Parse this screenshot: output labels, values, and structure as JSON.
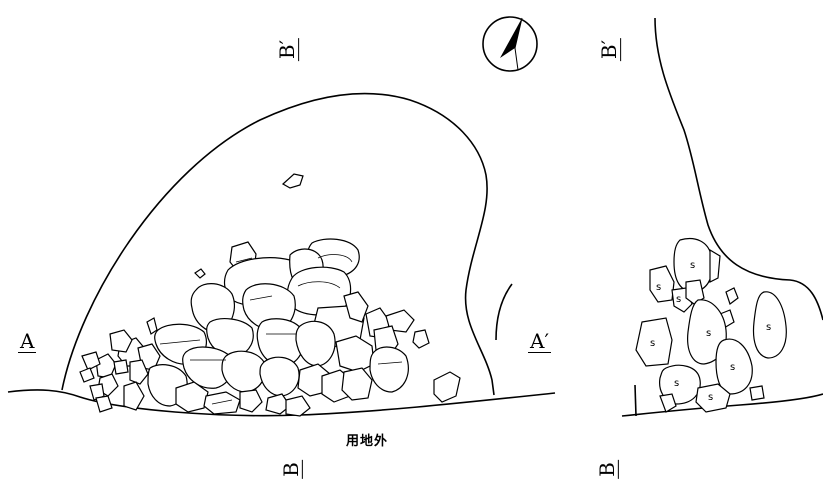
{
  "plan_labels": {
    "a_left": "A",
    "a_right": "A′",
    "b_top": "B′",
    "b_bottom": "B"
  },
  "section_labels": {
    "b_top": "B′",
    "b_bottom": "B"
  },
  "boundary_caption": "用地外",
  "stone_mark": "s",
  "north_arrow_icon": "north-arrow-icon"
}
